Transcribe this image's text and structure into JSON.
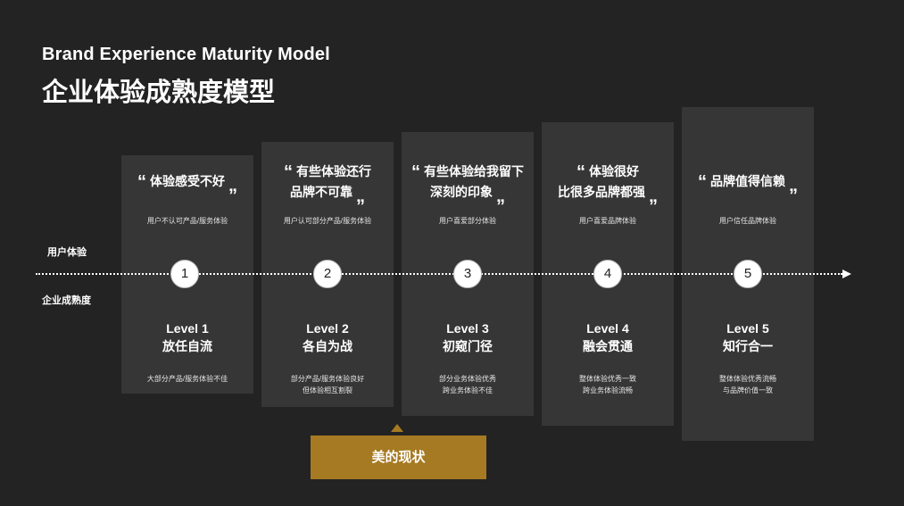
{
  "title_en": "Brand Experience Maturity Model",
  "title_zh": "企业体验成熟度模型",
  "label_user": "用户体验",
  "label_enterprise": "企业成熟度",
  "status_label": "美的现状",
  "levels": [
    {
      "num": "1",
      "quote_lines": [
        "体验感受不好"
      ],
      "user_sub": "用户不认可产品/服务体验",
      "level_en": "Level 1",
      "level_zh": "放任自流",
      "desc_lines": [
        "大部分产品/服务体验不佳"
      ]
    },
    {
      "num": "2",
      "quote_lines": [
        "有些体验还行",
        "品牌不可靠"
      ],
      "user_sub": "用户认可部分产品/服务体验",
      "level_en": "Level 2",
      "level_zh": "各自为战",
      "desc_lines": [
        "部分产品/服务体验良好",
        "但体验相互割裂"
      ]
    },
    {
      "num": "3",
      "quote_lines": [
        "有些体验给我留下",
        "深刻的印象"
      ],
      "user_sub": "用户喜爱部分体验",
      "level_en": "Level 3",
      "level_zh": "初窥门径",
      "desc_lines": [
        "部分业务体验优秀",
        "跨业务体验不佳"
      ]
    },
    {
      "num": "4",
      "quote_lines": [
        "体验很好",
        "比很多品牌都强"
      ],
      "user_sub": "用户喜爱品牌体验",
      "level_en": "Level 4",
      "level_zh": "融会贯通",
      "desc_lines": [
        "整体体验优秀一致",
        "跨业务体验流畅"
      ]
    },
    {
      "num": "5",
      "quote_lines": [
        "品牌值得信赖"
      ],
      "user_sub": "用户信任品牌体验",
      "level_en": "Level 5",
      "level_zh": "知行合一",
      "desc_lines": [
        "整体体验优秀流畅",
        "与品牌价值一致"
      ]
    }
  ],
  "quote_open": "“",
  "quote_close": "„",
  "colors": {
    "background": "#232323",
    "card": "#363636",
    "accent": "#a67a22"
  }
}
